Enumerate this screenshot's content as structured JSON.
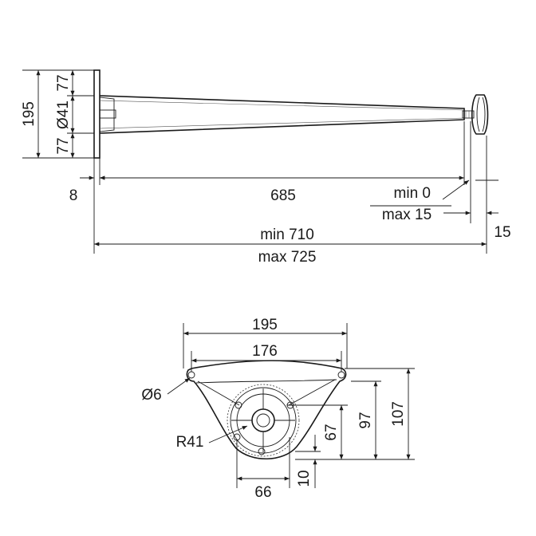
{
  "side_view": {
    "dims": {
      "height_total": "195",
      "upper": "77",
      "diameter": "Ø41",
      "lower": "77",
      "flange": "8",
      "length": "685",
      "adj_min": "min 0",
      "adj_max": "max 15",
      "foot": "15",
      "total_min": "min 710",
      "total_max": "max 725"
    }
  },
  "plate_view": {
    "dims": {
      "width_outer": "195",
      "width_inner": "176",
      "hole": "Ø6",
      "radius": "R41",
      "h67": "67",
      "h97": "97",
      "h107": "107",
      "w66": "66",
      "h10": "10"
    }
  }
}
